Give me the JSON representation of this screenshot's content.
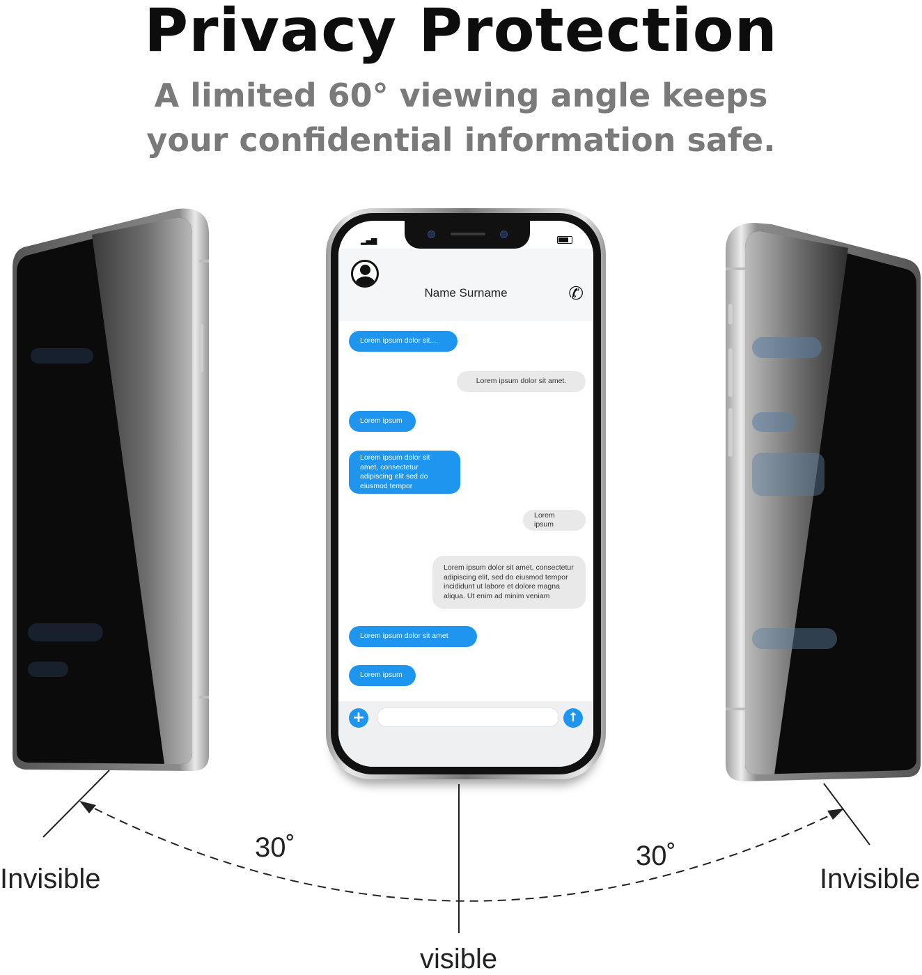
{
  "header": {
    "title": "Privacy Protection",
    "subtitle_line1": "A limited 60° viewing angle keeps",
    "subtitle_line2": "your confidential information safe."
  },
  "phone": {
    "contact_name": "Name Surname",
    "messages": [
      {
        "text": "Lorem ipsum dolor sit.....",
        "sender": "me"
      },
      {
        "text": "Lorem ipsum dolor sit amet.",
        "sender": "contact"
      },
      {
        "text": "Lorem ipsum",
        "sender": "me"
      },
      {
        "text": "Lorem ipsum dolor sit amet, consectetur adipiscing elit sed do eiusmod tempor",
        "sender": "me"
      },
      {
        "text": "Lorem ipsum",
        "sender": "contact"
      },
      {
        "text": "Lorem ipsum dolor sit amet, consectetur adipiscing elit, sed do eiusmod tempor incididunt ut labore et dolore magna aliqua. Ut enim ad minim veniam",
        "sender": "contact"
      },
      {
        "text": "Lorem ipsum dolor sit amet",
        "sender": "me"
      },
      {
        "text": "Lorem ipsum",
        "sender": "me"
      }
    ]
  },
  "diagram": {
    "left_angle": "30˚",
    "right_angle": "30˚",
    "left_label": "Invisible",
    "right_label": "Invisible",
    "center_label": "visible"
  },
  "colors": {
    "accent": "#1e96f0",
    "heading": "#0d0d0d",
    "subheading": "#7a7a7a"
  }
}
